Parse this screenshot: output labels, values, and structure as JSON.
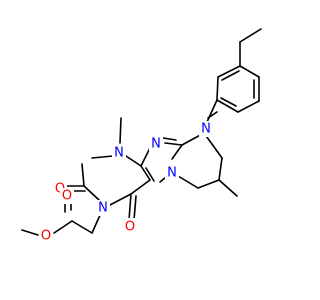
{
  "colors": {
    "nitrogen": "#0000FF",
    "oxygen": "#FF0000",
    "carbon_bonds": "#000000",
    "background": "#FFFFFF"
  },
  "atoms": {
    "n_methyl_top": "N",
    "n_imidazole_top": "N",
    "n_aryl": "N",
    "n_imide": "N",
    "n_bridgehead": "N",
    "o_carbonyl_upper": "O",
    "o_carbonyl_lower": "O",
    "o_ester_carbonyl": "O",
    "o_ester_ether": "O"
  }
}
